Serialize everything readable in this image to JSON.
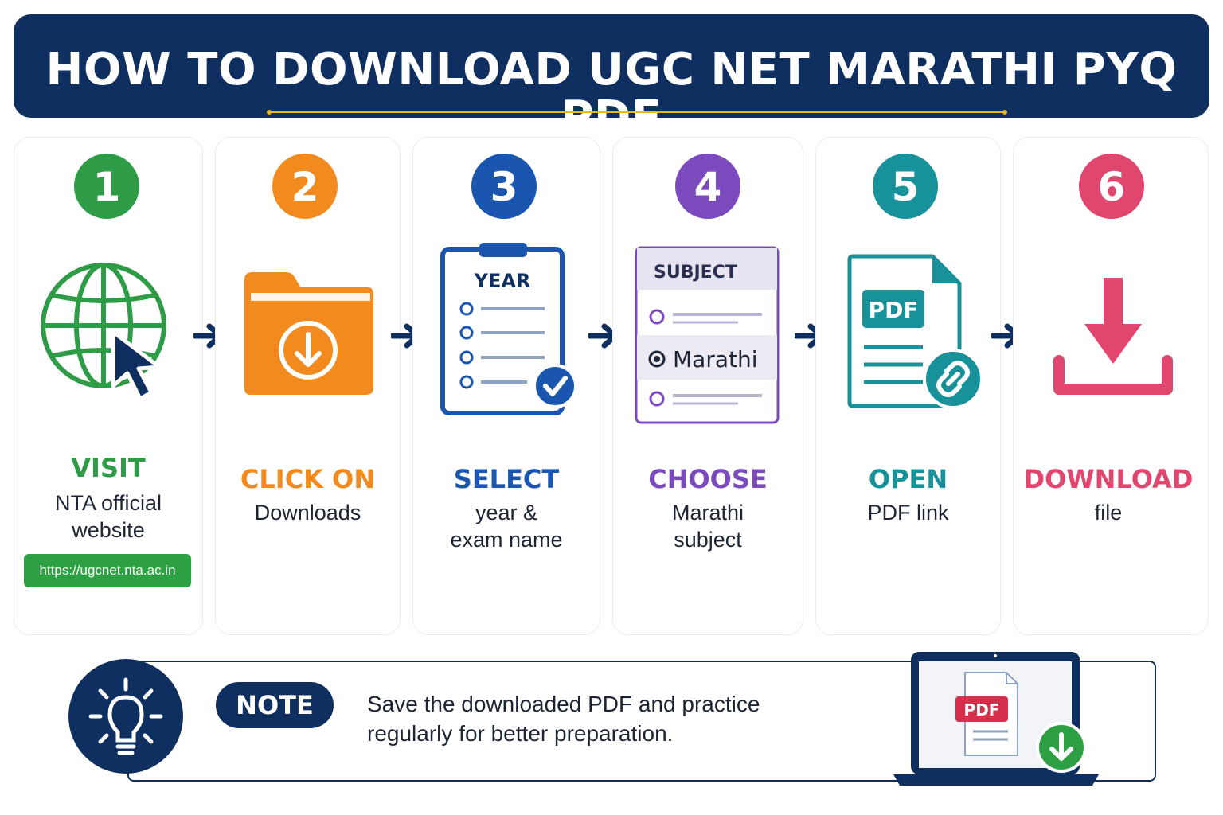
{
  "header": {
    "title": "HOW TO DOWNLOAD UGC NET MARATHI PYQ PDF"
  },
  "steps": [
    {
      "number": "1",
      "title": "VISIT",
      "description": "NTA official\nwebsite",
      "color": "#2e9c47",
      "icon": "globe-cursor-icon",
      "url": "https://ugcnet.nta.ac.in"
    },
    {
      "number": "2",
      "title": "CLICK ON",
      "description": "Downloads",
      "color": "#f28a1e",
      "icon": "download-folder-icon"
    },
    {
      "number": "3",
      "title": "SELECT",
      "description": "year &\nexam name",
      "color": "#1a56b0",
      "icon": "year-checklist-icon",
      "icon_label": "YEAR"
    },
    {
      "number": "4",
      "title": "CHOOSE",
      "description": "Marathi\nsubject",
      "color": "#7b4bbd",
      "icon": "subject-select-icon",
      "icon_label": "SUBJECT",
      "selected_option": "Marathi"
    },
    {
      "number": "5",
      "title": "OPEN",
      "description": "PDF link",
      "color": "#17919a",
      "icon": "pdf-link-icon",
      "icon_label": "PDF"
    },
    {
      "number": "6",
      "title": "DOWNLOAD",
      "description": "file",
      "color": "#e0466e",
      "icon": "download-arrow-icon"
    }
  ],
  "note": {
    "label": "NOTE",
    "text": "Save the downloaded PDF and practice\nregularly for better preparation.",
    "icon": "lightbulb-icon",
    "laptop_label": "PDF"
  },
  "colors": {
    "navy": "#0f2f60",
    "gold": "#f2b619"
  }
}
